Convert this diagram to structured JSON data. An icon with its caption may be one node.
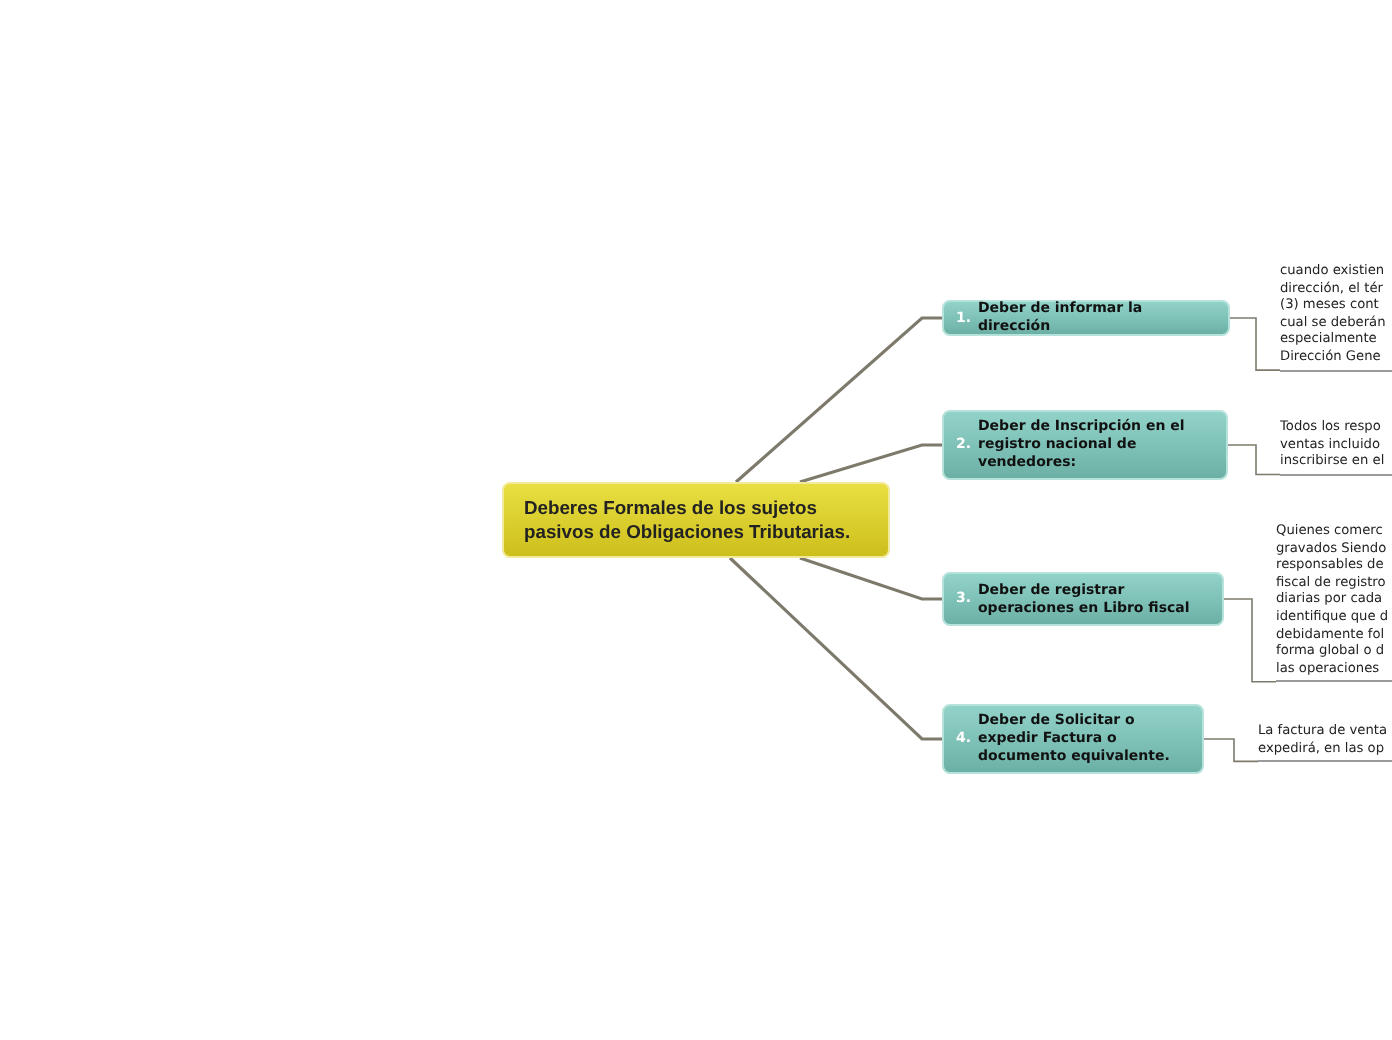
{
  "diagram": {
    "nodes": [
      {
        "text": [
          "Deberes Formales de los sujetos pasivos de Obligaciones Tributarias."
        ]
      },
      {
        "text": [
          "1.",
          "Deber de informar la dirección"
        ]
      },
      {
        "text": [
          "cuando existien dirección, el tér (3) meses cont cual se deberán especialmente Dirección Gene"
        ]
      },
      {
        "text": [
          "2.",
          "Deber de Inscripción en el registro nacional de vendedores:"
        ]
      },
      {
        "text": [
          "Todos los respo ventas incluido inscribirse en el"
        ]
      },
      {
        "text": [
          "3.",
          "Deber de registrar operaciones en Libro fiscal"
        ]
      },
      {
        "text": [
          "Quienes comerc gravados Siendo responsables de fiscal de registro diarias por cada identifique que d debidamente fol forma global o d las operaciones"
        ]
      },
      {
        "text": [
          "4.",
          "Deber de Solicitar o expedir Factura o documento equivalente."
        ]
      },
      {
        "text": [
          "La factura de venta expedirá, en las op"
        ]
      }
    ],
    "edges": [
      {
        "from": 0,
        "to": 1,
        "arrow": "none"
      },
      {
        "from": 1,
        "to": 2,
        "arrow": "none"
      },
      {
        "from": 0,
        "to": 3,
        "arrow": "none"
      },
      {
        "from": 3,
        "to": 4,
        "arrow": "none"
      },
      {
        "from": 0,
        "to": 5,
        "arrow": "none"
      },
      {
        "from": 5,
        "to": 6,
        "arrow": "none"
      },
      {
        "from": 0,
        "to": 7,
        "arrow": "none"
      },
      {
        "from": 7,
        "to": 8,
        "arrow": "none"
      }
    ]
  }
}
